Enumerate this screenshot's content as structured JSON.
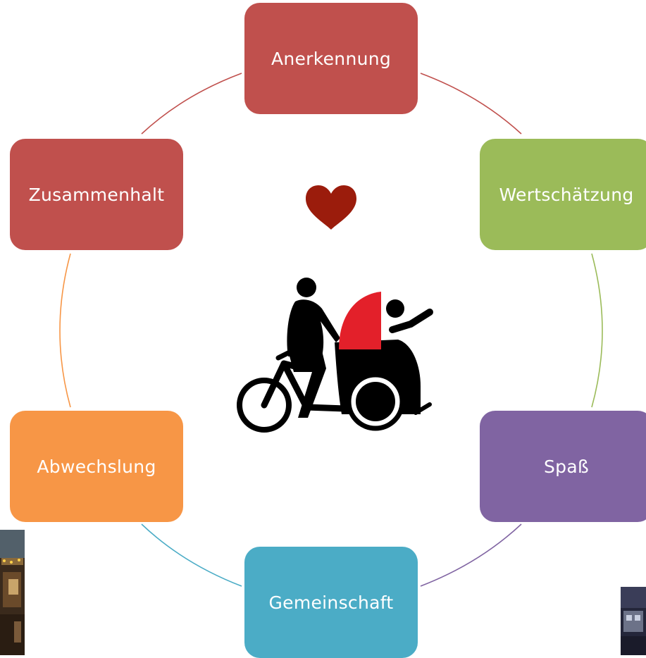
{
  "diagram": {
    "nodes": [
      {
        "id": "anerkennung",
        "label": "Anerkennung",
        "color": "#c0504d"
      },
      {
        "id": "wertschaetzung",
        "label": "Wertschätzung",
        "color": "#9bbb59"
      },
      {
        "id": "spass",
        "label": "Spaß",
        "color": "#8064a2"
      },
      {
        "id": "gemeinschaft",
        "label": "Gemeinschaft",
        "color": "#4bacc6"
      },
      {
        "id": "abwechslung",
        "label": "Abwechslung",
        "color": "#f79646"
      },
      {
        "id": "zusammenhalt",
        "label": "Zusammenhalt",
        "color": "#c0504d"
      }
    ],
    "center": {
      "heart_color": "#9b1c0c",
      "rider_color": "#000000",
      "canopy_color": "#e3202a",
      "icons": [
        "heart-icon",
        "rickshaw-bike-icon"
      ]
    }
  }
}
